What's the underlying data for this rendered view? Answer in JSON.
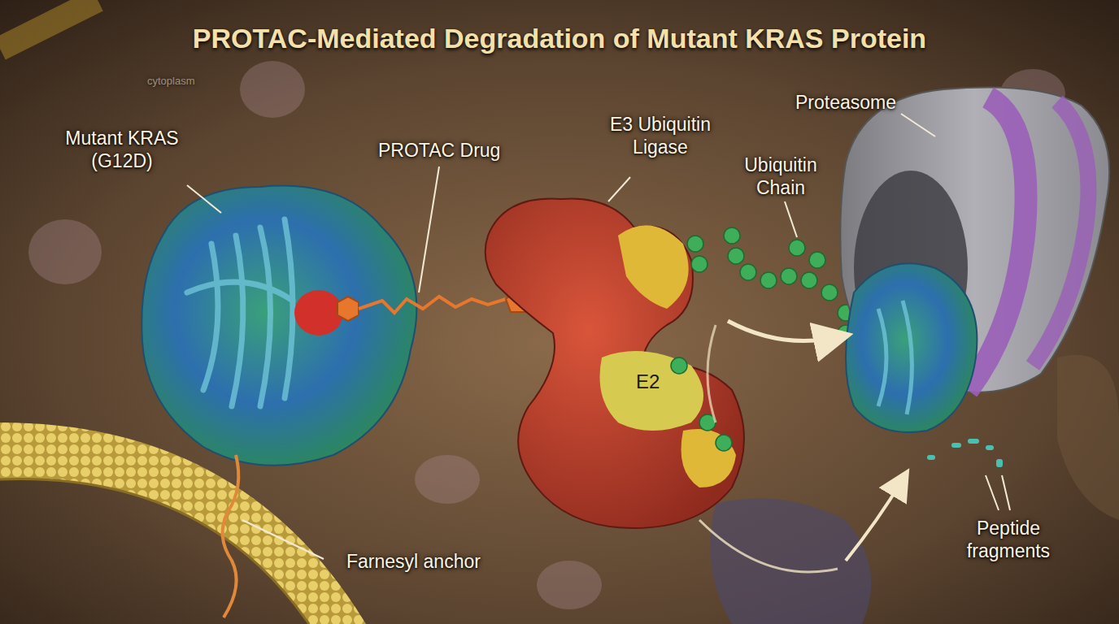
{
  "diagram": {
    "title": "PROTAC-Mediated Degradation of Mutant KRAS Protein",
    "nodes": [
      {
        "text": [
          "E2"
        ]
      }
    ],
    "labels": [
      "cytoplasm",
      "Mutant KRAS (G12D)",
      "PROTAC Drug",
      "E3 Ubiquitin Ligase",
      "Ubiquitin Chain",
      "Proteasome",
      "Farnesyl anchor",
      "Peptide fragments"
    ]
  }
}
